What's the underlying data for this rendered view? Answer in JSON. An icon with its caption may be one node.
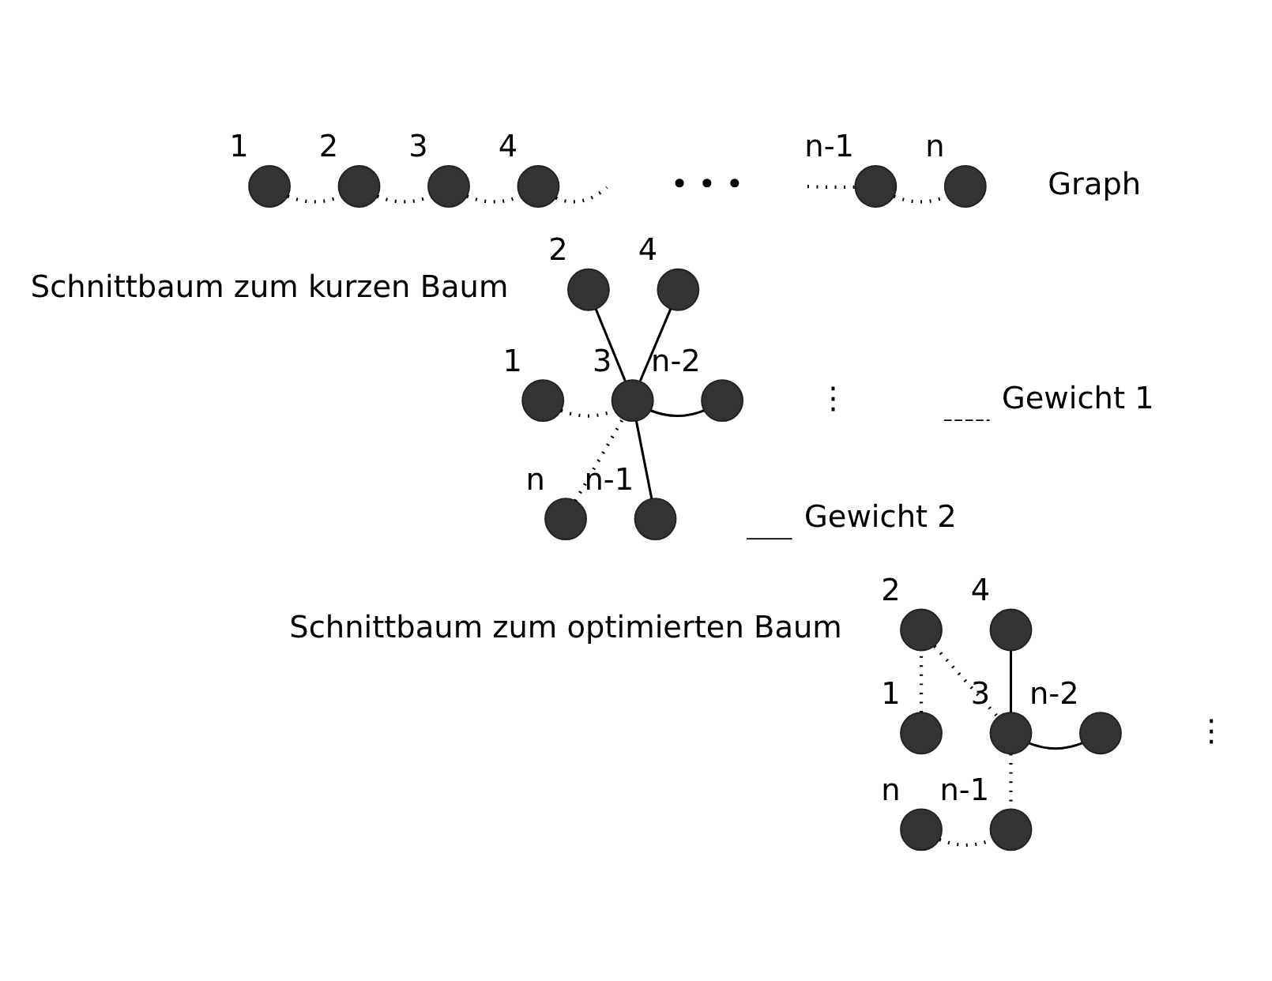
{
  "diagram": {
    "nodes": [
      {
        "text": [],
        "shape": "circle",
        "beside": [
          "1"
        ]
      },
      {
        "text": [],
        "shape": "circle",
        "beside": [
          "2"
        ]
      },
      {
        "text": [],
        "shape": "circle",
        "beside": [
          "3"
        ]
      },
      {
        "text": [],
        "shape": "circle",
        "beside": [
          "4"
        ]
      },
      {
        "text": [],
        "shape": "circle",
        "beside": [
          "n-1"
        ]
      },
      {
        "text": [],
        "shape": "circle",
        "beside": [
          "n"
        ]
      },
      {
        "text": [],
        "shape": "circle",
        "beside": [
          "2"
        ]
      },
      {
        "text": [],
        "shape": "circle",
        "beside": [
          "4"
        ]
      },
      {
        "text": [],
        "shape": "circle",
        "beside": [
          "1"
        ]
      },
      {
        "text": [],
        "shape": "circle",
        "beside": [
          "3"
        ]
      },
      {
        "text": [],
        "shape": "circle",
        "beside": [
          "n-2"
        ]
      },
      {
        "text": [],
        "shape": "circle",
        "beside": [
          "n"
        ]
      },
      {
        "text": [],
        "shape": "circle",
        "beside": [
          "n-1"
        ]
      },
      {
        "text": [],
        "shape": "circle",
        "beside": [
          "2"
        ]
      },
      {
        "text": [],
        "shape": "circle",
        "beside": [
          "4"
        ]
      },
      {
        "text": [],
        "shape": "circle",
        "beside": [
          "1"
        ]
      },
      {
        "text": [],
        "shape": "circle",
        "beside": [
          "3"
        ]
      },
      {
        "text": [],
        "shape": "circle",
        "beside": [
          "n-2"
        ]
      },
      {
        "text": [],
        "shape": "circle",
        "beside": [
          "n"
        ]
      },
      {
        "text": [],
        "shape": "circle",
        "beside": [
          "n-1"
        ]
      }
    ],
    "edges": [
      {
        "from": 0,
        "to": 1,
        "arrow": "none",
        "style": "dashed"
      },
      {
        "from": 1,
        "to": 2,
        "arrow": "none",
        "style": "dashed"
      },
      {
        "from": 2,
        "to": 3,
        "arrow": "none",
        "style": "dashed"
      },
      {
        "from": 3,
        "to": null,
        "arrow": "none",
        "style": "dashed"
      },
      {
        "from": null,
        "to": 4,
        "arrow": "none",
        "style": "dashed"
      },
      {
        "from": 4,
        "to": 5,
        "arrow": "none",
        "style": "dashed"
      },
      {
        "from": 9,
        "to": 6,
        "arrow": "none"
      },
      {
        "from": 9,
        "to": 7,
        "arrow": "none"
      },
      {
        "from": 8,
        "to": 9,
        "arrow": "none",
        "style": "dashed"
      },
      {
        "from": 9,
        "to": 10,
        "arrow": "none"
      },
      {
        "from": 11,
        "to": 9,
        "arrow": "none",
        "style": "dashed"
      },
      {
        "from": 9,
        "to": 12,
        "arrow": "none"
      },
      {
        "from": 15,
        "to": 13,
        "arrow": "none",
        "style": "dashed"
      },
      {
        "from": 13,
        "to": 16,
        "arrow": "none",
        "style": "dashed"
      },
      {
        "from": 16,
        "to": 14,
        "arrow": "none"
      },
      {
        "from": 16,
        "to": 17,
        "arrow": "none"
      },
      {
        "from": 16,
        "to": 19,
        "arrow": "none",
        "style": "dashed"
      },
      {
        "from": 18,
        "to": 19,
        "arrow": "none",
        "style": "dashed"
      }
    ],
    "labels": [
      "Graph",
      "• • •",
      "Schnittbaum zum kurzen Baum",
      "⋮",
      "Schnittbaum zum optimierten Baum",
      "⋮"
    ],
    "legend": [
      {
        "text": "Gewicht 1"
      },
      {
        "text": "Gewicht 2"
      }
    ]
  }
}
